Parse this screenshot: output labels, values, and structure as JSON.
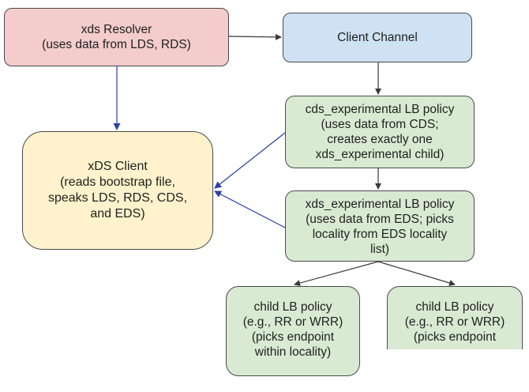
{
  "nodes": {
    "resolver": {
      "lines": [
        "xds Resolver",
        "(uses data from LDS, RDS)"
      ],
      "color": "#f4cccc"
    },
    "channel": {
      "lines": [
        "Client Channel"
      ],
      "color": "#cfe2f3"
    },
    "cds_policy": {
      "lines": [
        "cds_experimental LB policy",
        "(uses data from CDS;",
        "creates exactly one",
        "xds_experimental child)"
      ],
      "color": "#d9ead3"
    },
    "xds_client": {
      "lines": [
        "xDS Client",
        "(reads bootstrap file,",
        "speaks LDS, RDS, CDS,",
        "and EDS)"
      ],
      "color": "#fff2cc"
    },
    "xds_policy": {
      "lines": [
        "xds_experimental LB policy",
        "(uses data from EDS; picks",
        "locality from EDS locality",
        "list)"
      ],
      "color": "#d9ead3"
    },
    "child_1": {
      "lines": [
        "child LB policy",
        "(e.g., RR or WRR)",
        "(picks endpoint",
        "within locality)"
      ],
      "color": "#d9ead3"
    },
    "child_2": {
      "lines": [
        "child LB policy",
        "(e.g., RR or WRR)",
        "(picks endpoint"
      ],
      "color": "#d9ead3"
    }
  },
  "edge_colors": {
    "black": "#3a3a3a",
    "blue": "#2b3fa8"
  }
}
